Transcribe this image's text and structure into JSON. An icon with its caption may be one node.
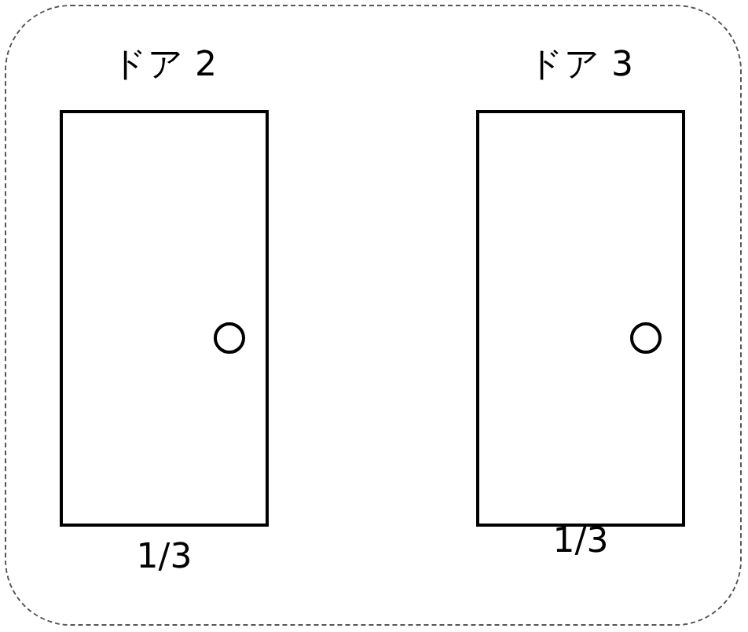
{
  "diagram": {
    "nodes": [
      {
        "text": [],
        "shape": "box"
      },
      {
        "text": [
          "ドア 2"
        ],
        "in": 0,
        "beside": [
          "1/3"
        ]
      },
      {
        "text": [
          "ドア 3"
        ],
        "in": 0,
        "beside": [
          "1/3"
        ]
      }
    ]
  }
}
